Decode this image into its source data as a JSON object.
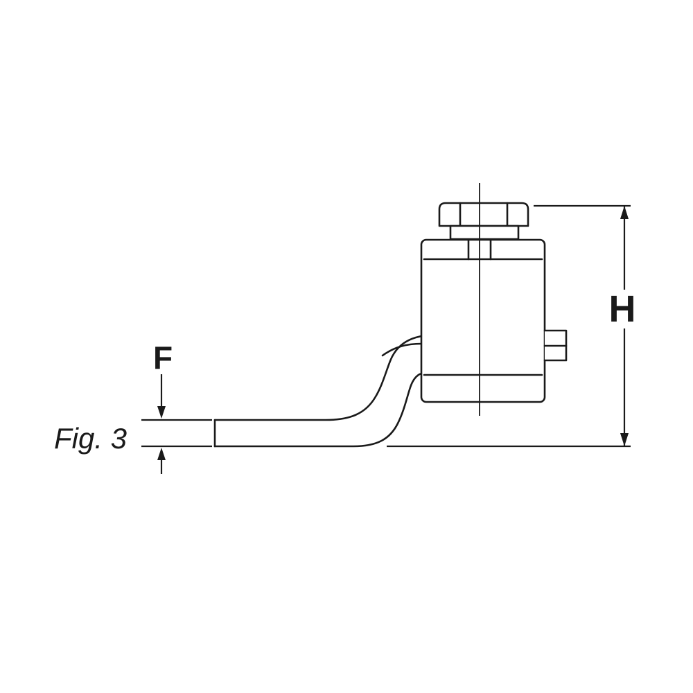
{
  "figure": {
    "caption": "Fig. 3"
  },
  "dimensions": {
    "f_label": "F",
    "h_label": "H"
  },
  "style": {
    "line_color": "#1a1a1a",
    "background": "#ffffff"
  }
}
